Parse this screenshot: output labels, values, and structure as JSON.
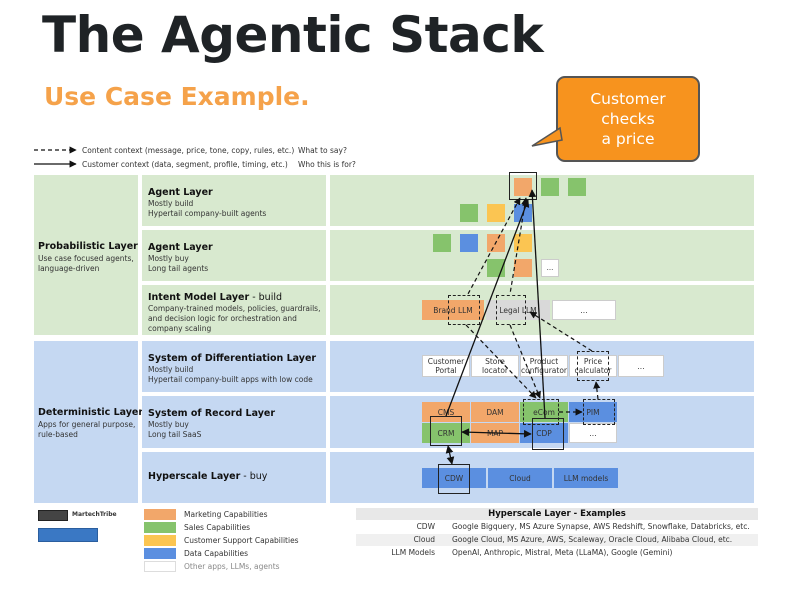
{
  "title": "The Agentic Stack",
  "subtitle": "Use Case Example.",
  "callout": {
    "lines": [
      "Customer",
      "checks",
      "a price"
    ]
  },
  "legend": {
    "content": {
      "label": "Content context (message, price, tone, copy, rules, etc.)",
      "question": "What to say?"
    },
    "customer": {
      "label": "Customer context (data, segment, profile, timing, etc.)",
      "question": "Who this is for?"
    }
  },
  "groups": {
    "probabilistic": {
      "title": "Probabilistic Layer",
      "desc1": "Use case focused agents,",
      "desc2": "language-driven"
    },
    "deterministic": {
      "title": "Deterministic Layer",
      "desc1": "Apps for general purpose,",
      "desc2": "rule-based"
    }
  },
  "layers": {
    "agent_build": {
      "title": "Agent Layer",
      "d1": "Mostly build",
      "d2": "Hypertail company-built agents"
    },
    "agent_buy": {
      "title": "Agent Layer",
      "d1": "Mostly buy",
      "d2": "Long tail agents"
    },
    "intent": {
      "title": "Intent Model Layer",
      "suffix": " - build",
      "d1": "Company-trained models, policies, guardrails,",
      "d2": "and decision logic for orchestration and",
      "d3": "company scaling"
    },
    "sod": {
      "title": "System of Differentiation Layer",
      "d1": "Mostly build",
      "d2": "Hypertail company-built apps with low code"
    },
    "sor": {
      "title": "System of Record Layer",
      "d1": "Mostly buy",
      "d2": "Long tail SaaS"
    },
    "hyper": {
      "title": "Hyperscale Layer",
      "suffix": " - buy"
    }
  },
  "boxes": {
    "brand_llm": "Brand LLM",
    "legal_llm": "Legal LLM",
    "ellipsis": "...",
    "customer_portal_1": "Customer",
    "customer_portal_2": "Portal",
    "store_1": "Store",
    "store_2": "locator",
    "product_1": "Product",
    "product_2": "configurator",
    "price_1": "Price",
    "price_2": "calculator",
    "cms": "CMS",
    "dam": "DAM",
    "ecom": "eCom",
    "pim": "PIM",
    "crm": "CRM",
    "map": "MAP",
    "cdp": "CDP",
    "cdw": "CDW",
    "cloud": "Cloud",
    "llm_models": "LLM models"
  },
  "key": [
    {
      "label": "Marketing Capabilities",
      "color": "#f2a76a"
    },
    {
      "label": "Sales Capabilities",
      "color": "#86c36c"
    },
    {
      "label": "Customer Support Capabilities",
      "color": "#fbc552"
    },
    {
      "label": "Data Capabilities",
      "color": "#5b8fe0"
    },
    {
      "label": "Other apps, LLMs, agents",
      "color": "#ffffff"
    }
  ],
  "examples": {
    "header": "Hyperscale Layer - Examples",
    "rows": [
      {
        "k": "CDW",
        "v": "Google Bigquery, MS Azure Synapse, AWS Redshift, Snowflake, Databricks, etc."
      },
      {
        "k": "Cloud",
        "v": "Google Cloud, MS Azure, AWS, Scaleway, Oracle Cloud, Alibaba Cloud, etc."
      },
      {
        "k": "LLM Models",
        "v": "OpenAI, Anthropic, Mistral, Meta (LLaMA), Google (Gemini)"
      }
    ]
  },
  "badges": {
    "martech": "MartechTribe"
  }
}
